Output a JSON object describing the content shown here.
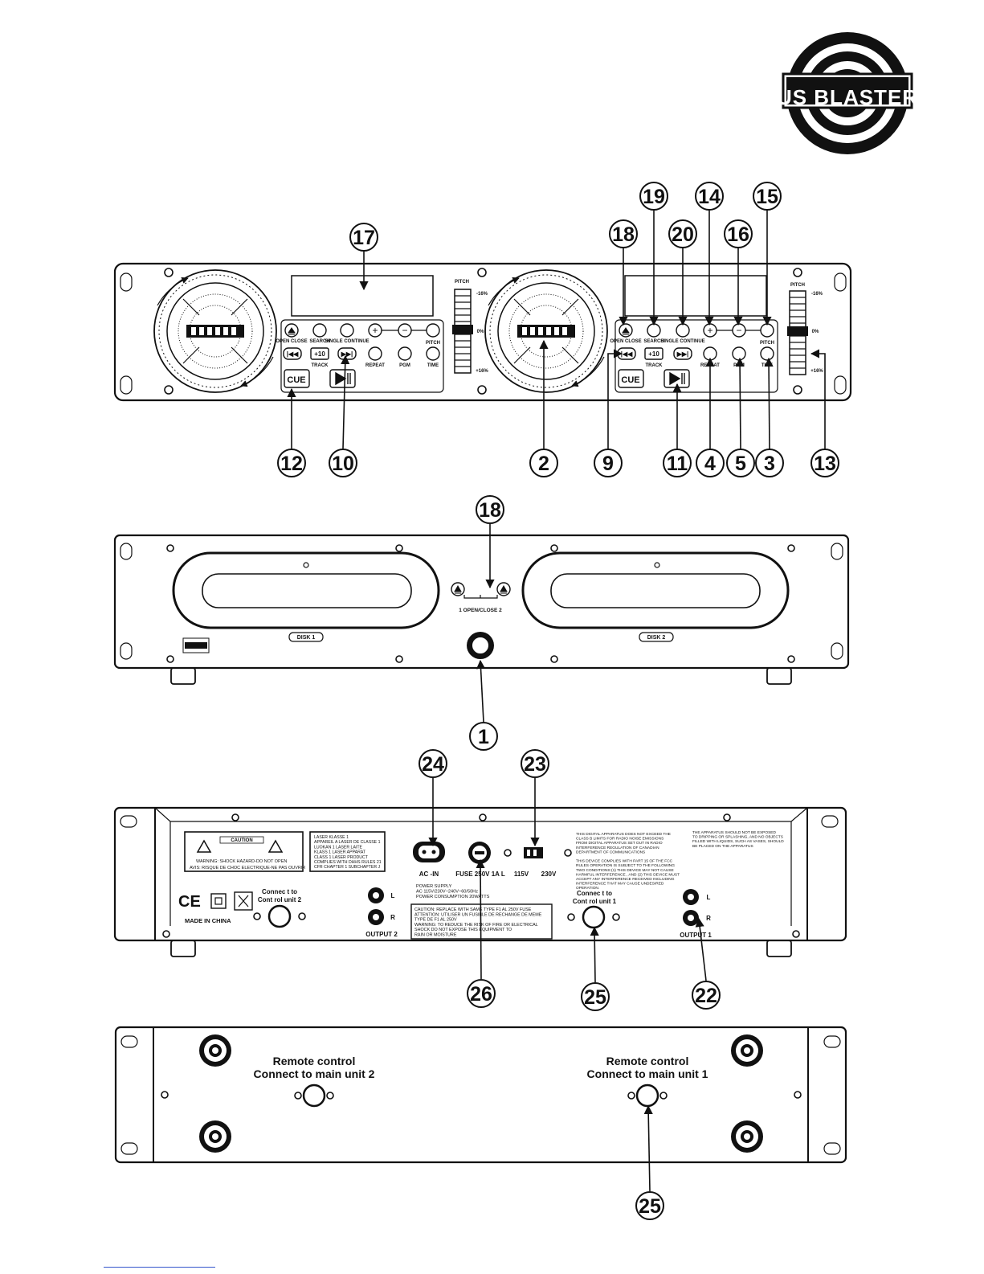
{
  "logo": {
    "text": "US BLASTER"
  },
  "front_panel": {
    "labels": {
      "pitch": "PITCH",
      "pitch_plus": "-16%",
      "pitch_zero": "0%",
      "pitch_minus": "+16%",
      "open_close": "OPEN CLOSE",
      "search": "SEARCH",
      "single_continue": "SINGLE CONTINUE",
      "plus10": "+10",
      "track": "TRACK",
      "repeat": "REPEAT",
      "pgm": "PGM",
      "time": "TIME",
      "cue": "CUE"
    }
  },
  "drive_unit": {
    "open_close": "1  OPEN/CLOSE  2",
    "disk1": "DISK  1",
    "disk2": "DISK  2"
  },
  "rear_panel": {
    "caution": "CAUTION",
    "warning_line1": "WARNING:   SHOCK HAZARD-DO  NOT OPEN",
    "warning_line2": "AVIS: RISQUE  DE CHOC ELECTRIQUE-NE   PAS OUVRIR",
    "laser_lines": [
      "LASER KLASSE 1",
      "APPAREIL A LASER DE CLASSE 1",
      "LUOKAN 1 LASER LAITE",
      "KLASS 1 LASER APPARAT",
      "CLASS 1 LASER PRODUCT",
      "COMPLIES WITH DHHS RULES 21",
      "CFR CHAPTER 1 SUBCHAPTER J"
    ],
    "ac_in": "AC -IN",
    "fuse": "FUSE 250V 1A L",
    "v115": "115V",
    "v230": "230V",
    "power_supply": [
      "POWER SUPPLY",
      "AC 115V/230V~240V~60/50Hz",
      "POWER CONSUMPTION 20WATTS"
    ],
    "caution_box": [
      "CAUTION:  REPLACE WITH SAME TYPE F1 AL 250V FUSE",
      "ATTENTION:  UTILISER UN FUSIBLE DE RECHANGE DE MEME",
      "TYPE DE F1 AL 250V",
      "WARNING:  TO REDUCE THE RISK OF FIRE OR ELECTRICAL",
      "SHOCK DO NOT EXPOSE THIS EQUIPMENT TO",
      "RAIN OR MOISTURE"
    ],
    "fcc_lines": [
      "THIS DIGITAL APPARATUS DOES NOT EXCEED THE",
      "CLASS B LIMITS FOR RADIO NOISE EMISSIONS",
      "FROM DIGITAL APPARATUS SET OUT IN RADIO",
      "INTERFERENCE REGULATION OF CANADIAN",
      "DEPARTMENT OF COMMUNICATIONS",
      "",
      "THIS DEVICE COMPLIES WITH PART 15 OF THE FCC",
      "RULES OPERATION IS SUBJECT TO THE FOLLOWING",
      "TWO CONDITIONS:(1) THIS DEVICE MAY NOT CAUSE",
      "HARMFUL INTERFERENCE , AND (2) THIS DEVICE MUST",
      "ACCEPT ANY INTERFERENCE RECEIVED INCLUDING",
      "INTERFERENCE THAT MAY CAUSE UNDESIRED",
      "OPERATION."
    ],
    "moisture_lines": [
      "THE APPARATUS SHOULD NOT BE EXPOSED",
      "TO DRIPPING OR SPLASHING, AND NO OBJECTS",
      "FILLED WITH LIQUIDS, SUCH AS VASES, SHOULD",
      "BE PLACED ON THE APPARATUS"
    ],
    "made_in": "MADE IN CHINA",
    "connect_unit2": [
      "Connec t to",
      "Cont rol unit  2"
    ],
    "connect_unit1": [
      "Connec t to",
      "Cont rol unit  1"
    ],
    "output2": "OUTPUT 2",
    "output1": "OUTPUT 1",
    "l": "L",
    "r": "R"
  },
  "remote_rear": {
    "left_title": "Remote control",
    "left_sub": "Connect to main unit 2",
    "right_title": "Remote control",
    "right_sub": "Connect to main unit 1"
  },
  "callouts": {
    "c17": "17",
    "c18a": "18",
    "c19": "19",
    "c20": "20",
    "c14": "14",
    "c16": "16",
    "c15": "15",
    "c12": "12",
    "c10": "10",
    "c2": "2",
    "c9": "9",
    "c11": "11",
    "c4": "4",
    "c5": "5",
    "c3": "3",
    "c13": "13",
    "c18b": "18",
    "c1": "1",
    "c24": "24",
    "c23": "23",
    "c26": "26",
    "c25a": "25",
    "c22": "22",
    "c25b": "25"
  }
}
